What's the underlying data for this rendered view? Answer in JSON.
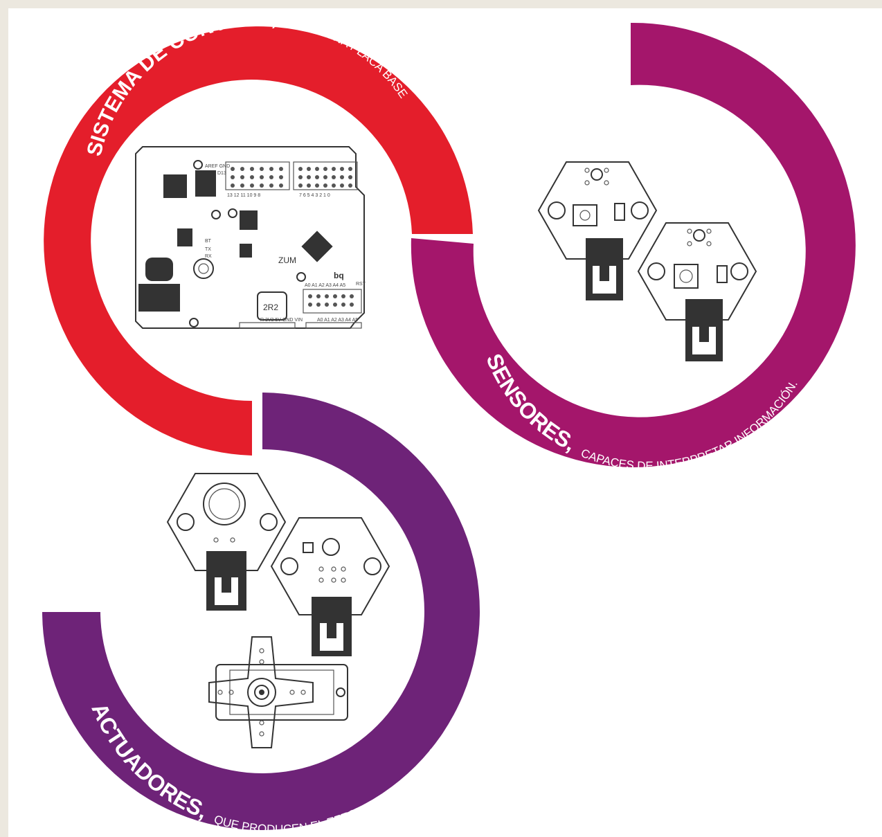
{
  "sections": {
    "control": {
      "title": "SISTEMA DE CONTROL,",
      "subtitle": "COMO UNA PLACA BASE",
      "color": "#e41e2b"
    },
    "sensors": {
      "title": "SENSORES,",
      "subtitle": "CAPACES DE INTERPRETAR INFORMACIÓN.",
      "color": "#a4166b"
    },
    "actuators": {
      "title": "ACTUADORES,",
      "subtitle": "QUE PRODUCEN EL EFECTO PROGRAMADO.",
      "color": "#6e2378"
    }
  },
  "board": {
    "name": "ZUM",
    "brand": "bq",
    "chip_label": "2R2",
    "power_pins": "R 3V3 5V GND VIN",
    "analog_pins": "A0 A1 A2 A3 A4 A5",
    "analog_pins_top": "A0 A1 A2 A3 A4 A5",
    "digital_pins": "13 12 11 10 9 8",
    "digital_pins_right": "7 6 5 4 3 2 1 0",
    "aref_label": "AREF GND",
    "bt_label": "BT",
    "tx_label": "TX",
    "rx_label": "RX",
    "d13_label": "D13",
    "rst_label": "RST"
  }
}
